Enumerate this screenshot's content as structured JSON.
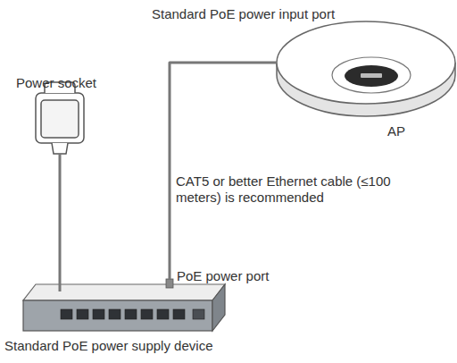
{
  "diagram": {
    "nodes": [
      {
        "text": [
          "Power socket"
        ]
      },
      {
        "text": [
          "AP"
        ]
      },
      {
        "text": [
          "Standard PoE power supply device"
        ]
      }
    ],
    "edges": [
      {
        "from": 2,
        "to": 1,
        "arrow": "none",
        "label": "CAT5 or better Ethernet cable (≤100 meters) is recommended"
      },
      {
        "from": 2,
        "to": 0,
        "arrow": "none"
      }
    ],
    "labels": [
      "Standard PoE power input port",
      "PoE power port"
    ]
  }
}
